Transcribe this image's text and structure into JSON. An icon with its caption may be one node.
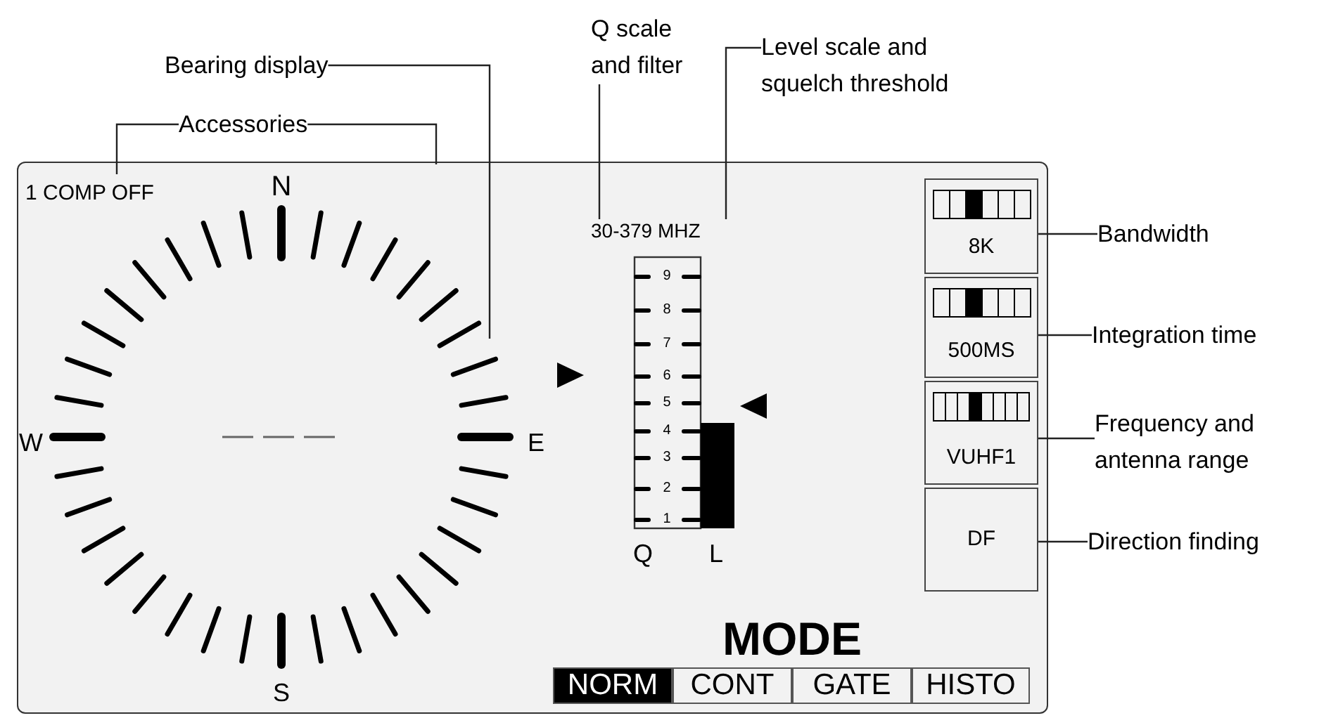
{
  "diagram": {
    "nodes": [
      {
        "text": [
          "Bearing display"
        ]
      },
      {
        "text": [
          "Accessories"
        ]
      },
      {
        "text": [
          "1 COMP OFF"
        ]
      },
      {
        "text": [
          "Q scale and filter"
        ]
      },
      {
        "text": [
          "Level scale and squelch threshold"
        ]
      },
      {
        "text": [
          "30-379 MHZ"
        ]
      },
      {
        "text": [
          "Bandwidth"
        ]
      },
      {
        "text": [
          "8K"
        ]
      },
      {
        "text": [
          "Integration time"
        ]
      },
      {
        "text": [
          "500MS"
        ]
      },
      {
        "text": [
          "Frequency and antenna range"
        ]
      },
      {
        "text": [
          "VUHF1"
        ]
      },
      {
        "text": [
          "Direction finding"
        ]
      },
      {
        "text": [
          "DF"
        ]
      },
      {
        "text": [
          "NORM"
        ]
      },
      {
        "text": [
          "CONT"
        ]
      },
      {
        "text": [
          "GATE"
        ]
      },
      {
        "text": [
          "HISTO"
        ]
      }
    ],
    "edges": [
      {
        "from": 0,
        "to": null,
        "arrow": "none"
      },
      {
        "from": 1,
        "to": 2,
        "arrow": "none"
      },
      {
        "from": 1,
        "to": null,
        "arrow": "none"
      },
      {
        "from": 3,
        "to": 5,
        "arrow": "none"
      },
      {
        "from": 4,
        "to": 5,
        "arrow": "none"
      },
      {
        "from": 6,
        "to": 7,
        "arrow": "none"
      },
      {
        "from": 8,
        "to": 9,
        "arrow": "none"
      },
      {
        "from": 10,
        "to": 11,
        "arrow": "none"
      },
      {
        "from": 12,
        "to": 13,
        "arrow": "none"
      }
    ],
    "labels": [
      "N",
      "W",
      "E",
      "S",
      "9",
      "8",
      "7",
      "6",
      "5",
      "4",
      "3",
      "2",
      "1",
      "Q",
      "L",
      "MODE"
    ]
  }
}
